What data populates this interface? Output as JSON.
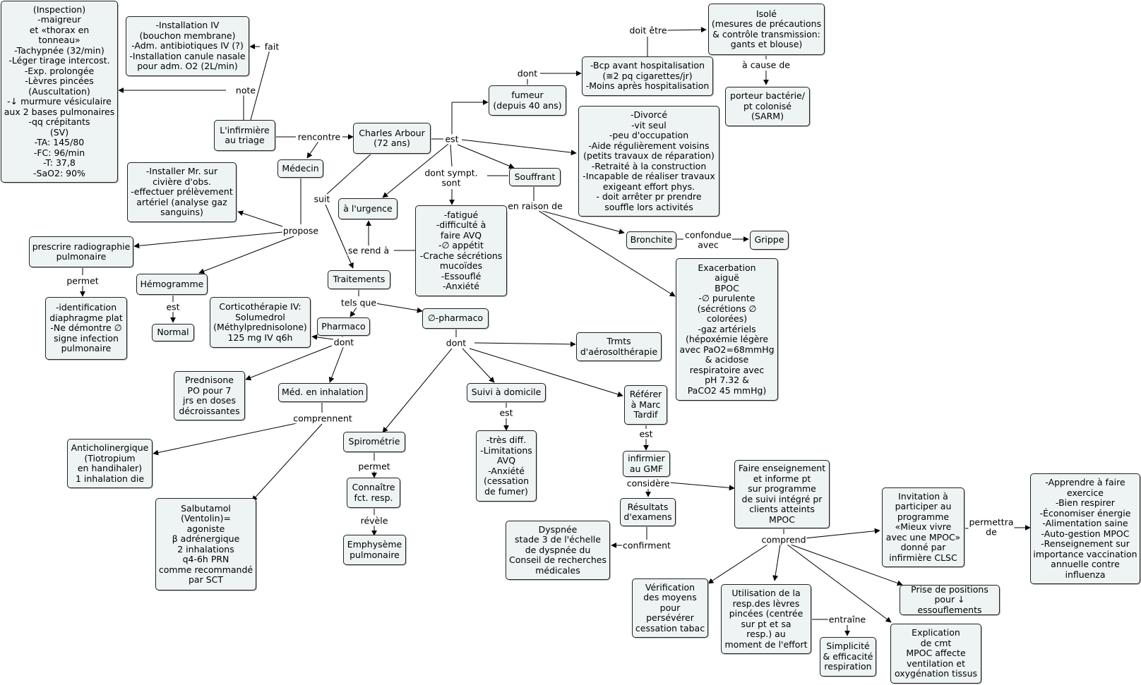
{
  "nodes": {
    "inspection": "(Inspection)\n-maigreur\net «thorax en\ntonneau»\n-Tachypnée (32/min)\n-Léger tirage intercost.\n-Exp. prolongée\n-Lèvres pincées\n(Auscultation)\n-↓ murmure vésiculaire\naux 2 bases pulmonaires\n-qq crépitants\n(SV)\n-TA: 145/80\n-FC: 96/min\n-T: 37,8\n-SaO2: 90%",
    "installation_iv": "-Installation IV\n(bouchon membrane)\n-Adm. antibiotiques IV (?)\n-Installation canule nasale\npour adm. O2 (2L/min)",
    "infirmiere_triage": "L'infirmière\nau triage",
    "charles": "Charles Arbour\n(72 ans)",
    "medecin": "Médecin",
    "installer": "-Installer Mr. sur\ncivière d'obs.\n-effectuer prélèvement\nartériel (analyse gaz\nsanguins)",
    "radiographie": "prescrire radiographie\npulmonaire",
    "identification": "-identification\ndiaphragme plat\n-Ne démontre ∅\nsigne infection\npulmonaire",
    "hemogramme": "Hémogramme",
    "normal": "Normal",
    "cortico": "Corticothérapie IV:\nSolumedrol\n(Méthylprednisolone)\n125 mg IV q6h",
    "pharmaco": "Pharmaco",
    "prednisone": "Prednisone\nPO pour 7\njrs en doses\ndécroissantes",
    "med_inhalation": "Méd. en inhalation",
    "anticholinergique": "Anticholinergique\n(Tiotropium\nen handihaler)\n1 inhalation die",
    "salbutamol": "Salbutamol\n(Ventolin)=\nagoniste\nβ adrénergique\n2 inhalations\nq4-6h PRN\ncomme recommandé\npar SCT",
    "urgence": "à l'urgence",
    "traitements": "Traitements",
    "fatigue": "-fatigué\n-difficulté à\nfaire AVQ\n-∅ appétit\n-Crache sécrétions\nmucoïdes\n-Essouflé\n-Anxiété",
    "non_pharmaco": "∅-pharmaco",
    "spirometrie": "Spirométrie",
    "connaitre": "Connaître\nfct. resp.",
    "emphyseme": "Emphysème\npulmonaire",
    "suivi_domicile": "Suivi à domicile",
    "tres_diff": "-très diff.\n-Limitations\nAVQ\n-Anxiété\n(cessation\nde fumer)",
    "trmts": "Trmts\nd'aérosolthérapie",
    "referer": "Référer\nà Marc\nTardif",
    "fumeur": "fumeur\n(depuis 40 ans)",
    "bcp": "-Bcp avant hospitalisation\n(≅2 pq cigarettes/jr)\n-Moins après hospitalisation",
    "isole": "Isolé\n(mesures de précautions\n& contrôle transmission:\ngants et blouse)",
    "porteur": "porteur bactérie/\npt colonisé\n(SARM)",
    "divorce": "-Divorcé\n-vit seul\n-peu d'occupation\n-Aide régulièrement voisins\n(petits travaux de réparation)\n-Retraité à la construction\n-Incapable de réaliser travaux\nexigeant effort phys.\n- doit arrêter pr prendre\nsouffle lors activités",
    "souffrant": "Souffrant",
    "bronchite": "Bronchite",
    "grippe": "Grippe",
    "exacerbation": "Exacerbation\naiguë\nBPOC\n-∅ purulente\n(sécrétions ∅\ncolorées)\n-gaz artériels\n(hépoxémie légère\navec PaO2=68mmHg\n& acidose\nrespiratoire avec\npH 7.32 &\nPaCO2 45 mmHg)",
    "infirmier_gmf": "infirmier\nau GMF",
    "resultats": "Résultats\nd'examens",
    "dyspnee": "Dyspnée\nstade 3 de l'échelle\nde dyspnée du\nConseil de recherches\nmédicales",
    "faire_enseignement": "Faire enseignement\net informe pt\nsur programme\nde suivi intégré pr\nclients atteints\nMPOC",
    "invitation": "Invitation à\nparticiper au\nprogramme\n«Mieux vivre\navec une MPOC»\ndonné par\ninfirmière CLSC",
    "apprendre": "-Apprendre à faire\nexercice\n-Bien respirer\n-Économiser énergie\n-Alimentation saine\n-Auto-gestion MPOC\n-Renseignement sur\nimportance vaccination\nannuelle contre\ninfluenza",
    "verification": "Vérification\ndes moyens\npour\npersévérer\ncessation tabac",
    "utilisation": "Utilisation de la\nresp.des lèvres\npincées (centrée\nsur pt et sa\nresp.) au\nmoment de l'effort",
    "simplicite": "Simplicité\n& efficacité\nrespiration",
    "prise_positions": "Prise de positions\npour ↓ essouflements",
    "explication": "Explication\nde cmt\nMPOC affecte\nventilation et\noxygénation tissus"
  },
  "links": {
    "fait": "fait",
    "note": "note",
    "rencontre": "rencontre",
    "propose": "propose",
    "permet1": "permet",
    "est_hemo": "est",
    "suit": "suit",
    "se_rend": "se rend à",
    "est_charles": "est",
    "dont_sympt": "dont sympt.\nsont",
    "dont_fumeur": "dont",
    "doit_etre": "doit être",
    "a_cause": "à cause de",
    "en_raison": "en raison de",
    "confondue": "confondue\navec",
    "tels_que": "tels que",
    "dont_pharmaco": "dont",
    "comprennent": "comprennent",
    "dont_nonpharma": "dont",
    "permet2": "permet",
    "revele": "révèle",
    "est_suivi": "est",
    "est_referer": "est",
    "considere": "considère",
    "confirment": "confirment",
    "comprend": "comprend",
    "permettra": "permettra\nde",
    "entraine": "entraîne"
  }
}
